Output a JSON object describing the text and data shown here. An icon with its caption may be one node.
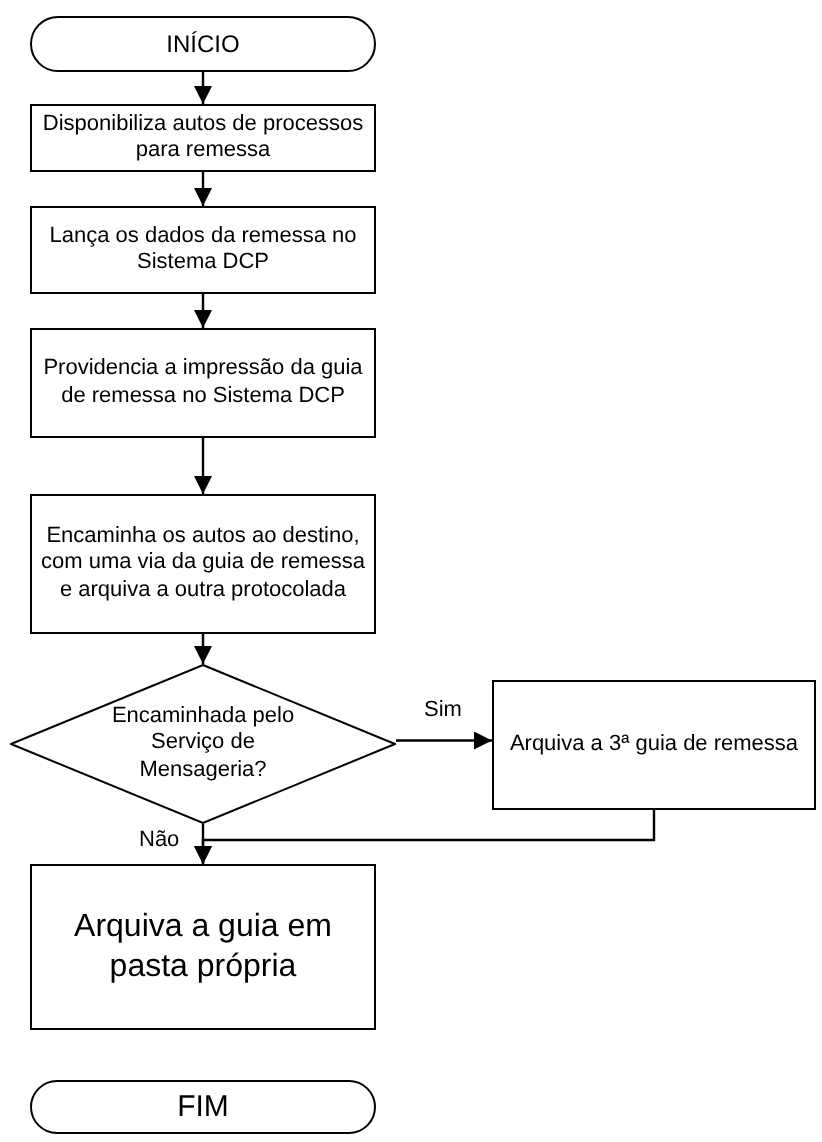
{
  "diagram": {
    "nodes": [
      {
        "text": [
          "INÍCIO"
        ]
      },
      {
        "text": [
          "Disponibiliza autos de processos para remessa"
        ]
      },
      {
        "text": [
          "Lança os dados da remessa no Sistema DCP"
        ]
      },
      {
        "text": [
          "Providencia a impressão da guia de remessa no Sistema DCP"
        ]
      },
      {
        "text": [
          "Encaminha os autos ao destino, com uma via da guia de remessa e arquiva a outra protocolada"
        ]
      },
      {
        "text": [
          "Encaminhada pelo Serviço de Mensageria?"
        ]
      },
      {
        "text": [
          "Arquiva a 3ª guia de remessa"
        ]
      },
      {
        "text": [
          "Arquiva a guia em pasta própria"
        ]
      },
      {
        "text": [
          "FIM"
        ]
      }
    ],
    "edges": [
      {
        "from": 0,
        "to": 1,
        "arrow": "to"
      },
      {
        "from": 1,
        "to": 2,
        "arrow": "to"
      },
      {
        "from": 2,
        "to": 3,
        "arrow": "to"
      },
      {
        "from": 3,
        "to": 4,
        "arrow": "to"
      },
      {
        "from": 4,
        "to": 5,
        "arrow": "to"
      },
      {
        "from": 5,
        "to": 6,
        "arrow": "to",
        "label": "Sim"
      },
      {
        "from": 5,
        "to": 7,
        "arrow": "to",
        "label": "Não"
      },
      {
        "from": 6,
        "to": 7,
        "arrow": "to"
      }
    ]
  }
}
